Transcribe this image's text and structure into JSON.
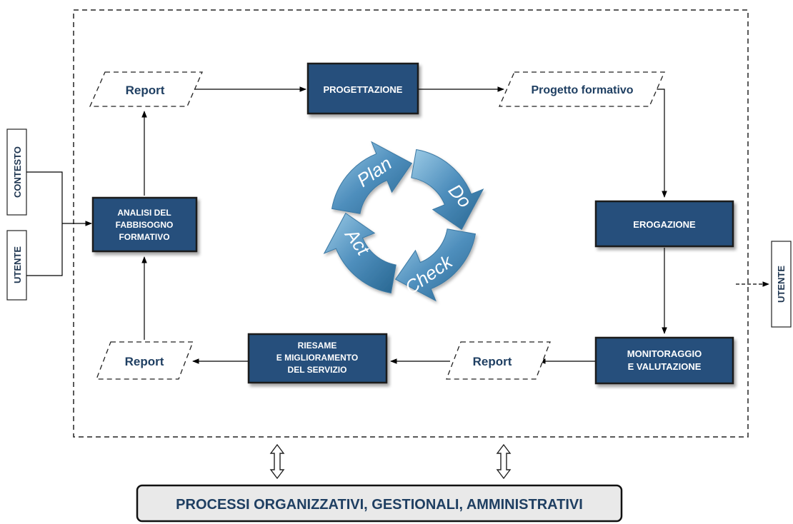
{
  "boxes": {
    "progettazione": "PROGETTAZIONE",
    "erogazione": "EROGAZIONE",
    "monitoraggio": [
      "MONITORAGGIO",
      "E VALUTAZIONE"
    ],
    "riesame": [
      "RIESAME",
      "E MIGLIORAMENTO",
      "DEL SERVIZIO"
    ],
    "analisi": [
      "ANALISI DEL",
      "FABBISOGNO",
      "FORMATIVO"
    ]
  },
  "outputs": {
    "report_top": "Report",
    "progetto_formativo": "Progetto formativo",
    "report_bottom_right": "Report",
    "report_bottom_left": "Report"
  },
  "inputs": {
    "contesto": "CONTESTO",
    "utente_in": "UTENTE",
    "utente_out": "UTENTE"
  },
  "cycle": {
    "plan": "Plan",
    "do": "Do",
    "check": "Check",
    "act": "Act"
  },
  "footer": "PROCESSI ORGANIZZATIVI, GESTIONALI, AMMINISTRATIVI",
  "colors": {
    "box_fill": "#25507b",
    "box_border": "#1a1a1a",
    "text_dark": "#1f3f62",
    "cycle_light": "#8fc0dd",
    "cycle_dark": "#2e6e98",
    "footer_fill": "#e9e9e9"
  }
}
